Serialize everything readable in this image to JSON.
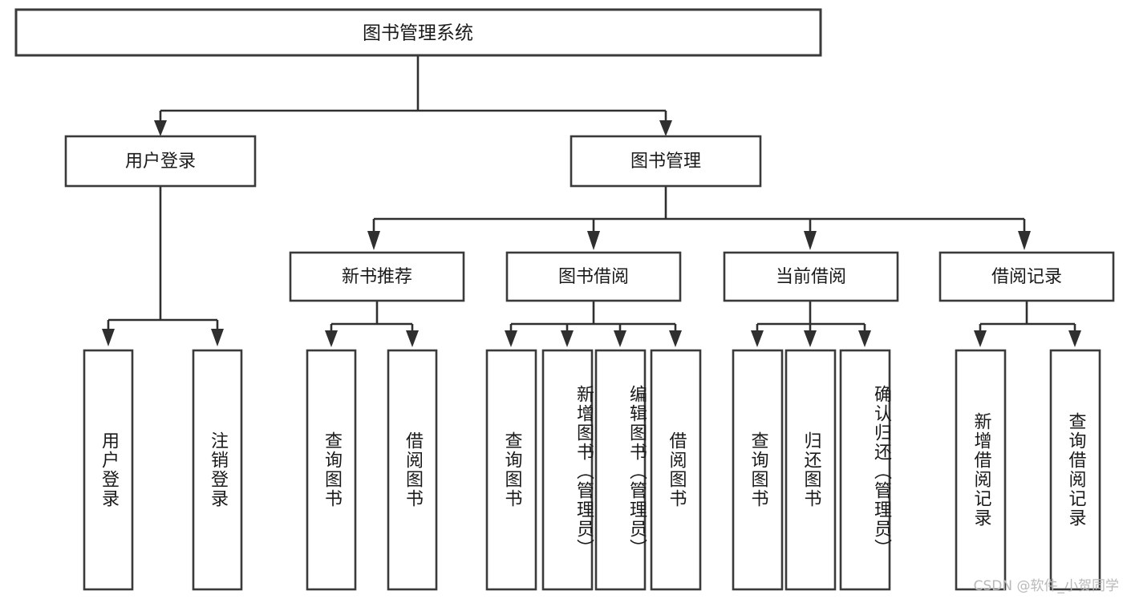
{
  "diagram": {
    "type": "tree",
    "title": "图书管理系统",
    "orientation": "top-down",
    "colors": {
      "box_stroke": "#3a3a3a",
      "box_fill": "#ffffff",
      "connector": "#2f2f2f",
      "text": "#1a1a1a",
      "background": "#ffffff",
      "watermark": "#b9b9b9"
    },
    "root": {
      "label": "图书管理系统"
    },
    "level2": [
      {
        "label": "用户登录"
      },
      {
        "label": "图书管理"
      }
    ],
    "level3": [
      {
        "label": "新书推荐"
      },
      {
        "label": "图书借阅"
      },
      {
        "label": "当前借阅"
      },
      {
        "label": "借阅记录"
      }
    ],
    "leaves": {
      "user_login": [
        {
          "label": "用户登录"
        },
        {
          "label": "注销登录"
        }
      ],
      "new_book": [
        {
          "label": "查询图书"
        },
        {
          "label": "借阅图书"
        }
      ],
      "book_borrow": [
        {
          "label": "查询图书"
        },
        {
          "label": "新增图书（管理员）"
        },
        {
          "label": "编辑图书（管理员）"
        },
        {
          "label": "借阅图书"
        }
      ],
      "current_borrow": [
        {
          "label": "查询图书"
        },
        {
          "label": "归还图书"
        },
        {
          "label": "确认归还（管理员）"
        }
      ],
      "borrow_record": [
        {
          "label": "新增借阅记录"
        },
        {
          "label": "查询借阅记录"
        }
      ]
    },
    "watermark": "CSDN @软件_小贺同学"
  }
}
